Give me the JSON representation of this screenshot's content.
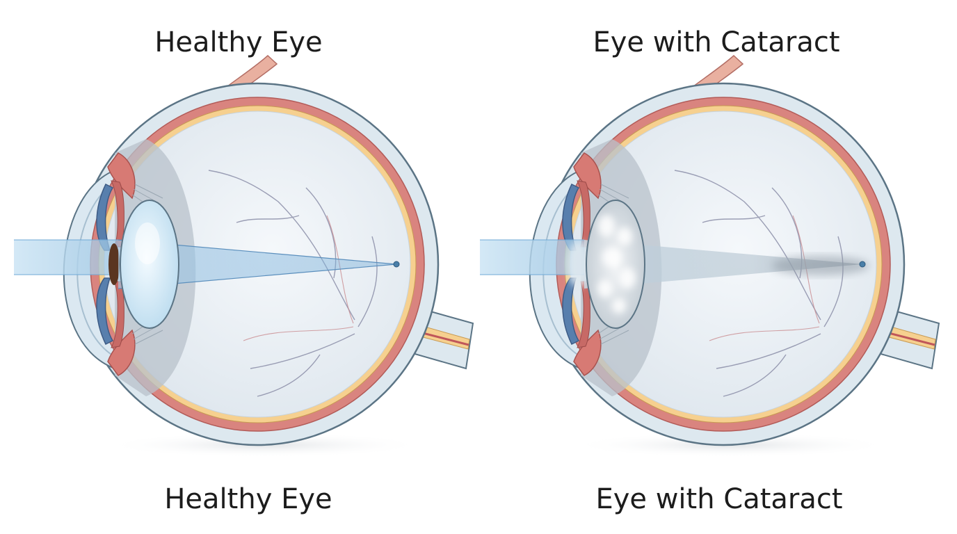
{
  "labels": {
    "top_left": "Healthy Eye",
    "top_right": "Eye with Cataract",
    "bottom_left": "Healthy Eye",
    "bottom_right": "Eye with Cataract"
  },
  "colors": {
    "background": "#ffffff",
    "sclera_outline": "#5b7485",
    "sclera_fill": "#dde8ef",
    "choroid": "#d9847f",
    "retina": "#f6d08f",
    "vitreous": "#e9eff5",
    "lens_clear": "#d7ecf8",
    "lens_cloudy": "#c9d3dc",
    "iris": "#587fad",
    "light_beam": "#6fa9d6",
    "vessel": "#8c8fa9"
  },
  "icons": {
    "healthy": "healthy-eye-cross-section",
    "cataract": "cataract-eye-cross-section"
  }
}
